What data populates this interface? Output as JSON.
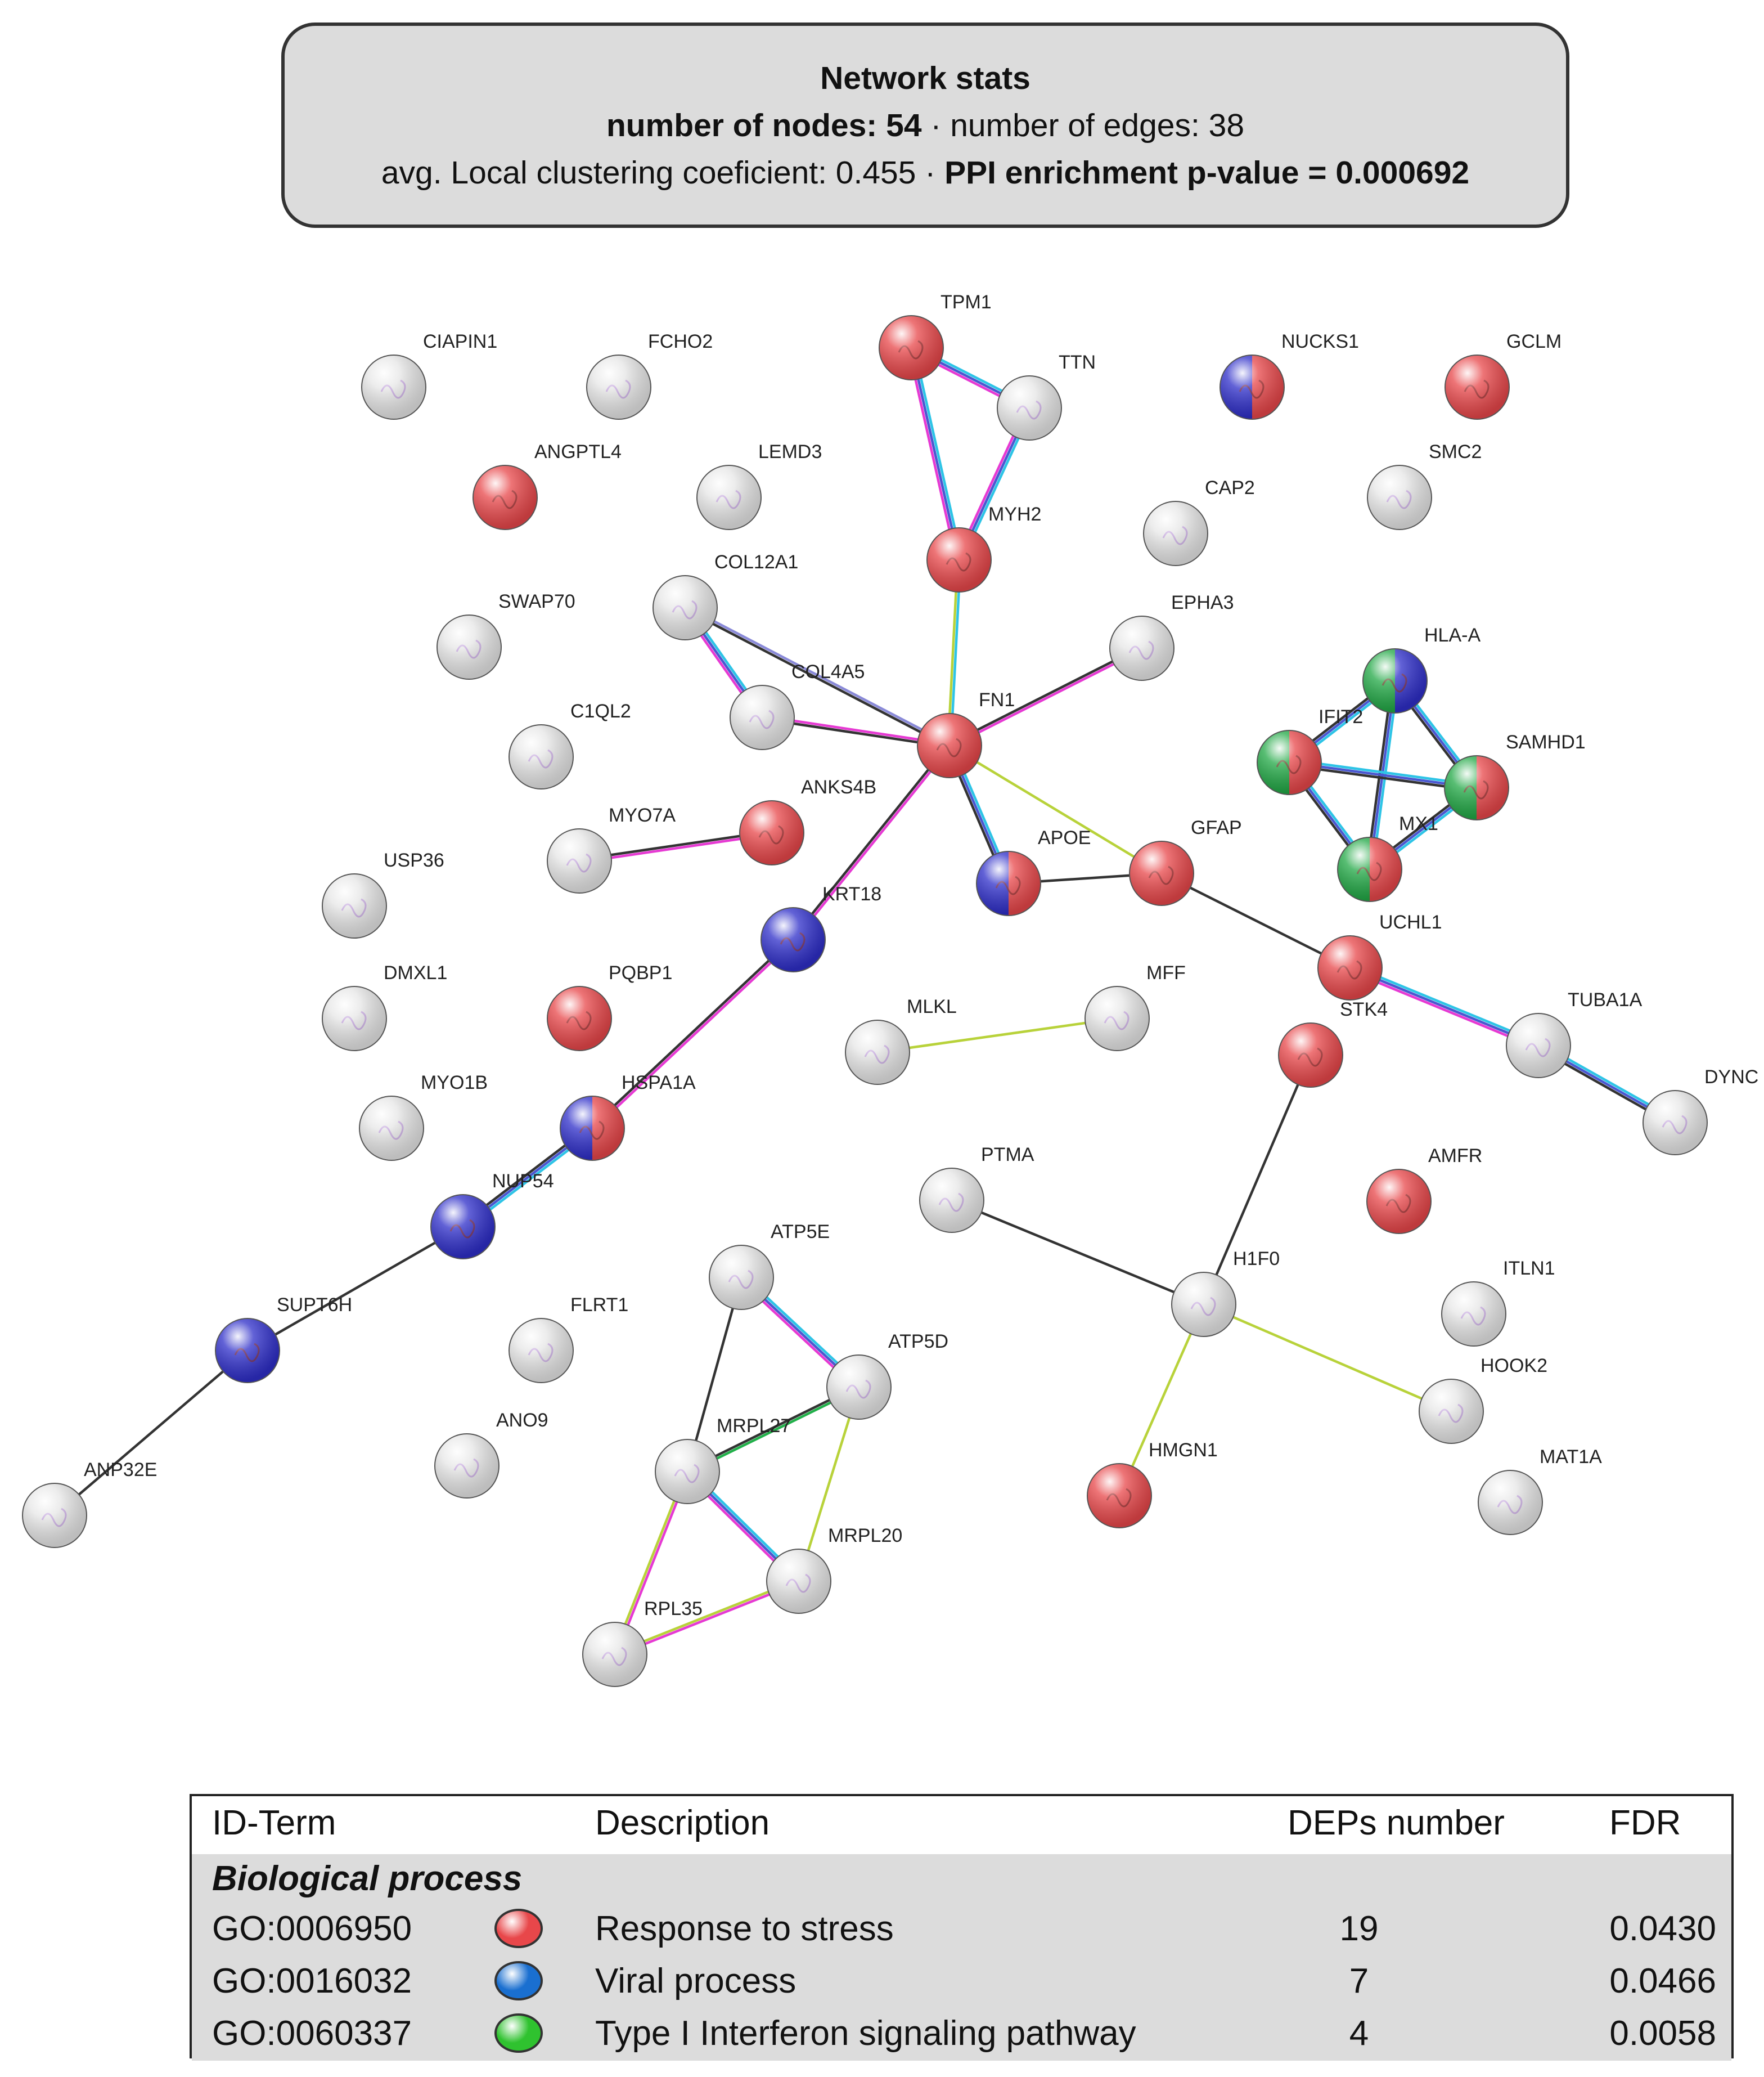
{
  "stats": {
    "title": "Network stats",
    "nodes_label": "number of nodes: 54",
    "edges_label": "number of edges: 38",
    "sep": " · ",
    "clust_label": "avg. Local clustering coeficient: 0.455",
    "ppi_label": "PPI enrichment p-value = 0.000692"
  },
  "colors": {
    "stress": "#e8474a",
    "viral": "#2e2ec9",
    "interferon": "#21a845",
    "none": "#e6e6e6"
  },
  "nodes": [
    {
      "id": "TPM1",
      "cats": [
        "stress"
      ]
    },
    {
      "id": "TTN",
      "cats": []
    },
    {
      "id": "CIAPIN1",
      "cats": []
    },
    {
      "id": "FCHO2",
      "cats": []
    },
    {
      "id": "NUCKS1",
      "cats": [
        "viral",
        "stress"
      ]
    },
    {
      "id": "GCLM",
      "cats": [
        "stress"
      ]
    },
    {
      "id": "ANGPTL4",
      "cats": [
        "stress"
      ]
    },
    {
      "id": "LEMD3",
      "cats": []
    },
    {
      "id": "SMC2",
      "cats": []
    },
    {
      "id": "CAP2",
      "cats": []
    },
    {
      "id": "MYH2",
      "cats": [
        "stress"
      ]
    },
    {
      "id": "COL12A1",
      "cats": []
    },
    {
      "id": "SWAP70",
      "cats": []
    },
    {
      "id": "EPHA3",
      "cats": []
    },
    {
      "id": "HLA-A",
      "cats": [
        "interferon",
        "viral"
      ]
    },
    {
      "id": "COL4A5",
      "cats": []
    },
    {
      "id": "FN1",
      "cats": [
        "stress"
      ]
    },
    {
      "id": "C1QL2",
      "cats": []
    },
    {
      "id": "IFIT2",
      "cats": [
        "interferon",
        "stress"
      ]
    },
    {
      "id": "SAMHD1",
      "cats": [
        "interferon",
        "stress"
      ]
    },
    {
      "id": "ANKS4B",
      "cats": [
        "stress"
      ]
    },
    {
      "id": "MYO7A",
      "cats": []
    },
    {
      "id": "MX1",
      "cats": [
        "interferon",
        "stress"
      ]
    },
    {
      "id": "GFAP",
      "cats": [
        "stress"
      ]
    },
    {
      "id": "APOE",
      "cats": [
        "viral",
        "stress"
      ]
    },
    {
      "id": "USP36",
      "cats": []
    },
    {
      "id": "KRT18",
      "cats": [
        "viral"
      ]
    },
    {
      "id": "UCHL1",
      "cats": [
        "stress"
      ]
    },
    {
      "id": "DMXL1",
      "cats": []
    },
    {
      "id": "PQBP1",
      "cats": [
        "stress"
      ]
    },
    {
      "id": "MFF",
      "cats": []
    },
    {
      "id": "MLKL",
      "cats": []
    },
    {
      "id": "TUBA1A",
      "cats": []
    },
    {
      "id": "STK4",
      "cats": [
        "stress"
      ]
    },
    {
      "id": "MYO1B",
      "cats": []
    },
    {
      "id": "HSPA1A",
      "cats": [
        "viral",
        "stress"
      ]
    },
    {
      "id": "DYNC",
      "cats": []
    },
    {
      "id": "AMFR",
      "cats": [
        "stress"
      ]
    },
    {
      "id": "PTMA",
      "cats": []
    },
    {
      "id": "NUP54",
      "cats": [
        "viral"
      ]
    },
    {
      "id": "ATP5E",
      "cats": []
    },
    {
      "id": "H1F0",
      "cats": []
    },
    {
      "id": "ITLN1",
      "cats": []
    },
    {
      "id": "SUPT6H",
      "cats": [
        "viral"
      ]
    },
    {
      "id": "FLRT1",
      "cats": []
    },
    {
      "id": "ATP5D",
      "cats": []
    },
    {
      "id": "HOOK2",
      "cats": []
    },
    {
      "id": "ANO9",
      "cats": []
    },
    {
      "id": "MRPL27",
      "cats": []
    },
    {
      "id": "HMGN1",
      "cats": [
        "stress"
      ]
    },
    {
      "id": "MAT1A",
      "cats": []
    },
    {
      "id": "ANP32E",
      "cats": []
    },
    {
      "id": "MRPL20",
      "cats": []
    },
    {
      "id": "RPL35",
      "cats": []
    }
  ],
  "edges": [
    [
      "TPM1",
      "TTN",
      "cbm"
    ],
    [
      "TPM1",
      "MYH2",
      "cbm"
    ],
    [
      "TTN",
      "MYH2",
      "cbm"
    ],
    [
      "MYH2",
      "FN1",
      "cy"
    ],
    [
      "COL12A1",
      "COL4A5",
      "cbm"
    ],
    [
      "COL12A1",
      "FN1",
      "pk"
    ],
    [
      "COL4A5",
      "FN1",
      "mk"
    ],
    [
      "EPHA3",
      "FN1",
      "mk"
    ],
    [
      "FN1",
      "KRT18",
      "mk"
    ],
    [
      "FN1",
      "APOE",
      "cbk"
    ],
    [
      "FN1",
      "GFAP",
      "y"
    ],
    [
      "APOE",
      "GFAP",
      "k"
    ],
    [
      "ANKS4B",
      "MYO7A",
      "mk"
    ],
    [
      "GFAP",
      "UCHL1",
      "k"
    ],
    [
      "UCHL1",
      "TUBA1A",
      "cbm"
    ],
    [
      "TUBA1A",
      "DYNC",
      "cbk"
    ],
    [
      "KRT18",
      "HSPA1A",
      "mk"
    ],
    [
      "HSPA1A",
      "NUP54",
      "cbk"
    ],
    [
      "NUP54",
      "SUPT6H",
      "k"
    ],
    [
      "SUPT6H",
      "ANP32E",
      "k"
    ],
    [
      "MLKL",
      "MFF",
      "y"
    ],
    [
      "STK4",
      "H1F0",
      "k"
    ],
    [
      "PTMA",
      "H1F0",
      "k"
    ],
    [
      "H1F0",
      "HOOK2",
      "y"
    ],
    [
      "H1F0",
      "HMGN1",
      "y"
    ],
    [
      "HLA-A",
      "IFIT2",
      "cbk"
    ],
    [
      "HLA-A",
      "SAMHD1",
      "cbk"
    ],
    [
      "HLA-A",
      "MX1",
      "cbk"
    ],
    [
      "IFIT2",
      "SAMHD1",
      "cbk"
    ],
    [
      "IFIT2",
      "MX1",
      "cbk"
    ],
    [
      "SAMHD1",
      "MX1",
      "cbk"
    ],
    [
      "ATP5E",
      "ATP5D",
      "cbm"
    ],
    [
      "ATP5E",
      "MRPL27",
      "k"
    ],
    [
      "ATP5D",
      "MRPL27",
      "gk"
    ],
    [
      "ATP5D",
      "MRPL20",
      "y"
    ],
    [
      "MRPL27",
      "MRPL20",
      "cbm"
    ],
    [
      "MRPL27",
      "RPL35",
      "my"
    ],
    [
      "MRPL20",
      "RPL35",
      "my"
    ]
  ],
  "legend": {
    "headers": {
      "id": "ID-Term",
      "desc": "Description",
      "num": "DEPs number",
      "fdr": "FDR"
    },
    "category": "Biological process",
    "rows": [
      {
        "id": "GO:0006950",
        "color": "#e8474a",
        "desc": "Response to stress",
        "num": "19",
        "fdr": "0.0430"
      },
      {
        "id": "GO:0016032",
        "color": "#1a6fd0",
        "desc": "Viral process",
        "num": "7",
        "fdr": "0.0466"
      },
      {
        "id": "GO:0060337",
        "color": "#2fc22f",
        "desc": "Type I Interferon signaling pathway",
        "num": "4",
        "fdr": "0.0058"
      }
    ]
  }
}
